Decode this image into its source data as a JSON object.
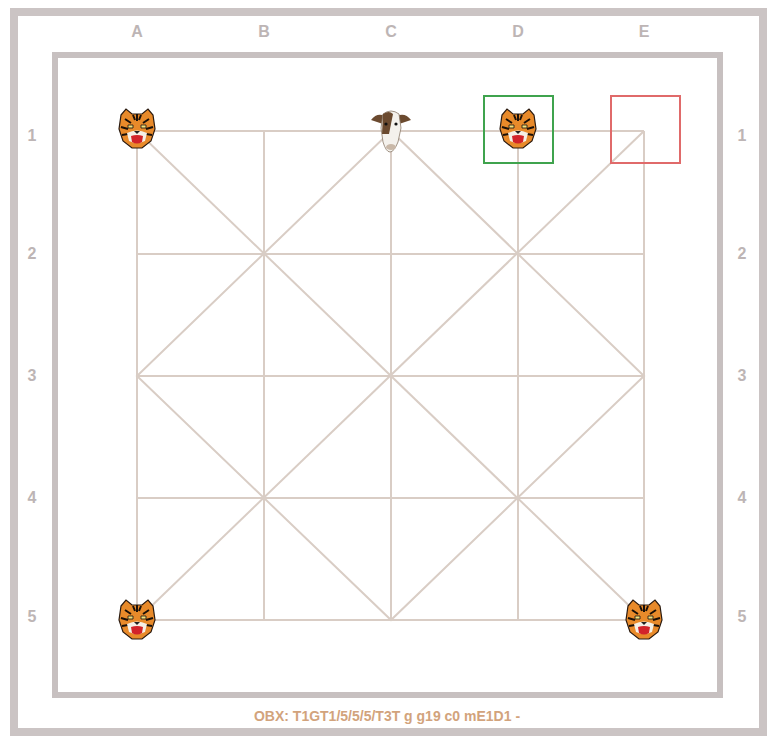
{
  "diagram": {
    "labels": [
      "A",
      "B",
      "C",
      "D",
      "E",
      "1",
      "2",
      "3",
      "4",
      "5",
      "1",
      "2",
      "3",
      "4",
      "5",
      "OBX: T1GT1/5/5/5/T3T g g19 c0 mE1D1 -"
    ]
  }
}
